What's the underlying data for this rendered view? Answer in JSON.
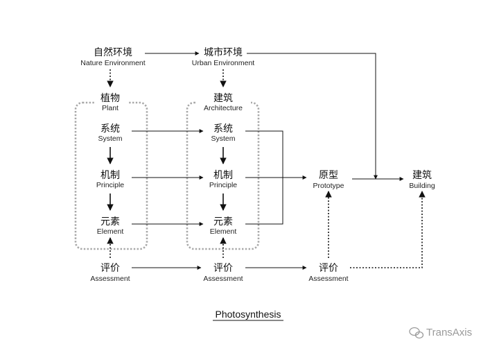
{
  "nodes": {
    "nature": {
      "zh": "自然环境",
      "en": "Nature Environment"
    },
    "urban": {
      "zh": "城市环境",
      "en": "Urban Environment"
    },
    "plant": {
      "zh": "植物",
      "en": "Plant"
    },
    "architecture": {
      "zh": "建筑",
      "en": "Architecture"
    },
    "system_1": {
      "zh": "系统",
      "en": "System"
    },
    "system_2": {
      "zh": "系统",
      "en": "System"
    },
    "principle_1": {
      "zh": "机制",
      "en": "Principle"
    },
    "principle_2": {
      "zh": "机制",
      "en": "Principle"
    },
    "element_1": {
      "zh": "元素",
      "en": "Element"
    },
    "element_2": {
      "zh": "元素",
      "en": "Element"
    },
    "prototype": {
      "zh": "原型",
      "en": "Prototype"
    },
    "building": {
      "zh": "建筑",
      "en": "Building"
    },
    "assessment_1": {
      "zh": "评价",
      "en": "Assessment"
    },
    "assessment_2": {
      "zh": "评价",
      "en": "Assessment"
    },
    "assessment_3": {
      "zh": "评价",
      "en": "Assessment"
    }
  },
  "caption": "Photosynthesis",
  "watermark": "TransAxis",
  "watermark_icon": "wechat-icon"
}
